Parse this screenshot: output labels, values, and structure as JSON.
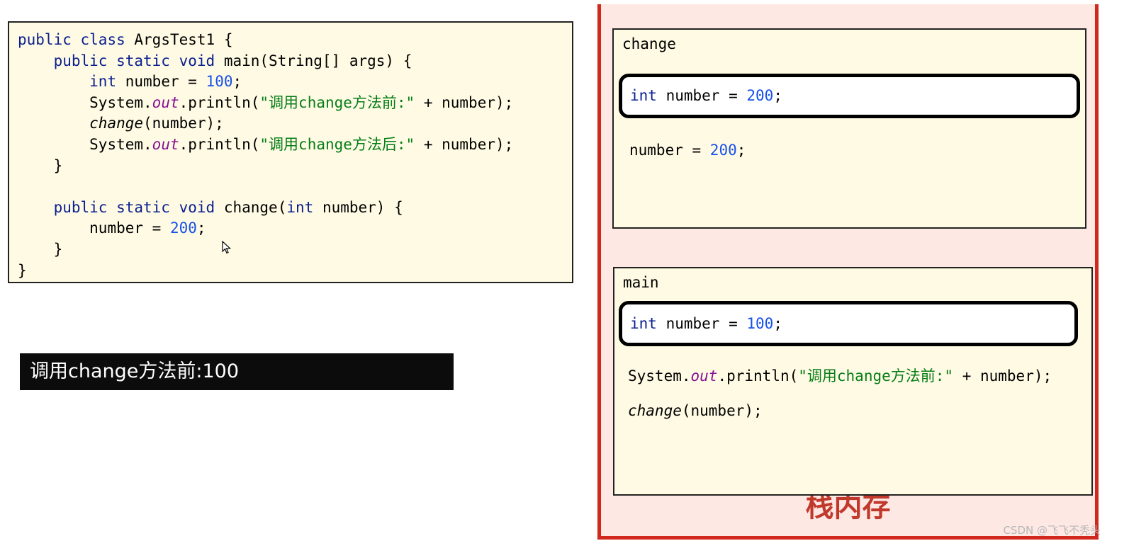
{
  "code": {
    "l1": [
      "public",
      "class",
      "ArgsTest1 {"
    ],
    "l2": [
      "public",
      "static",
      "void",
      "main(String[] args) {"
    ],
    "l3": [
      "int",
      "number = ",
      "100",
      ";"
    ],
    "l4": [
      "System.",
      "out",
      ".println(",
      "\"调用change方法前:\"",
      " + number);"
    ],
    "l5": [
      "change",
      "(number);"
    ],
    "l6": [
      "System.",
      "out",
      ".println(",
      "\"调用change方法后:\"",
      " + number);"
    ],
    "l7": "}",
    "l8": [
      "public",
      "static",
      "void",
      "change(",
      "int",
      " number) {"
    ],
    "l9": [
      "number = ",
      "200",
      ";"
    ],
    "l10": "}",
    "l11": "}"
  },
  "console": {
    "output": "调用change方法前:100"
  },
  "stack": {
    "title": "栈内存",
    "change_frame": {
      "label": "change",
      "var": [
        "int",
        " number = ",
        "200",
        ";"
      ],
      "line": [
        "number = ",
        "200",
        ";"
      ]
    },
    "main_frame": {
      "label": "main",
      "var": [
        "int",
        " number = ",
        "100",
        ";"
      ],
      "line1": [
        "System.",
        "out",
        ".println(",
        "\"调用change方法前:\"",
        " + number);"
      ],
      "line2": [
        "change",
        "(number);"
      ]
    }
  },
  "watermark": "CSDN @飞飞不秃头",
  "colors": {
    "stack_border": "#d0281d",
    "stack_bg": "#fde8e4",
    "panel_bg": "#fefae3",
    "keyword": "#0a1f8f",
    "number": "#1750eb",
    "string": "#067d17"
  }
}
